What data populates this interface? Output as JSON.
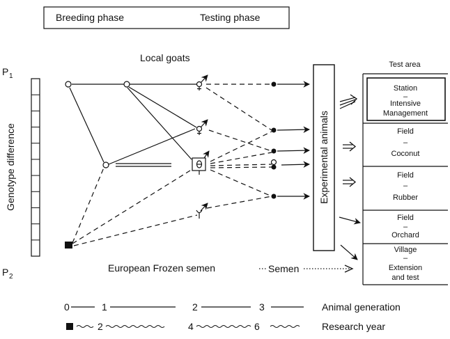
{
  "header": {
    "breeding_phase": "Breeding phase",
    "testing_phase": "Testing phase"
  },
  "labels": {
    "local_goats": "Local goats",
    "european_semen": "European Frozen semen",
    "semen": "Semen",
    "p1_letter": "P",
    "p1_sub": "1",
    "p2_letter": "P",
    "p2_sub": "2",
    "genotype_axis": "Genotype difference",
    "experimental_animals": "Experimental animals",
    "test_area": "Test area"
  },
  "test_areas": [
    {
      "line1": "Station",
      "sep": "–",
      "line2": "Intensive",
      "line3": "Management"
    },
    {
      "line1": "Field",
      "sep": "–",
      "line2": "Coconut"
    },
    {
      "line1": "Field",
      "sep": "–",
      "line2": "Rubber"
    },
    {
      "line1": "Field",
      "sep": "–",
      "line2": "Orchard"
    },
    {
      "line1": "Village",
      "sep": "–",
      "line2": "Extension",
      "line3": "and test"
    }
  ],
  "legend": {
    "generation": {
      "label": "Animal generation",
      "ticks": [
        "0",
        "1",
        "2",
        "3"
      ]
    },
    "research_year": {
      "label": "Research year",
      "ticks": [
        "2",
        "4",
        "6"
      ]
    }
  },
  "symbols": {
    "male_female": "⚥",
    "female": "♀"
  }
}
